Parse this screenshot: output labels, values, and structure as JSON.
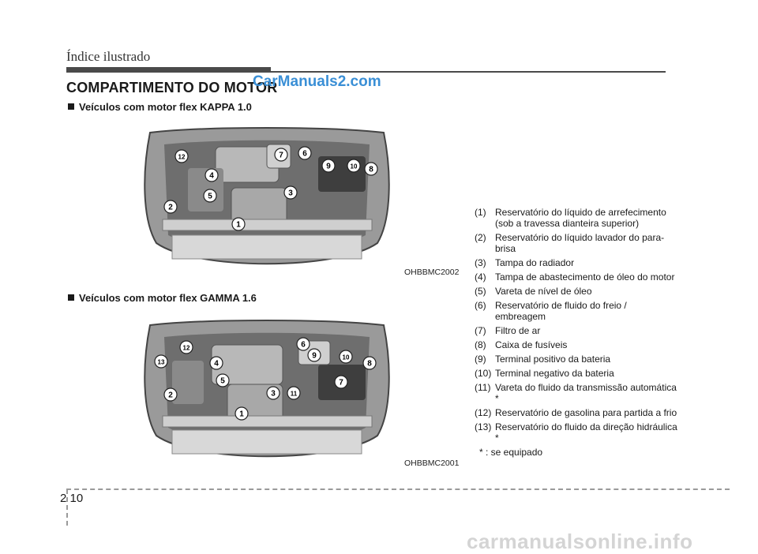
{
  "header": {
    "running_title": "Índice ilustrado"
  },
  "section": {
    "title": "COMPARTIMENTO DO MOTOR"
  },
  "watermark_top": "CarManuals2.com",
  "figures": [
    {
      "subheading": "Veículos com motor flex KAPPA 1.0",
      "code": "OHBBMC2002",
      "callouts": [
        "12",
        "7",
        "6",
        "9",
        "10",
        "8",
        "4",
        "3",
        "5",
        "2",
        "1"
      ]
    },
    {
      "subheading": "Veículos com motor flex GAMMA 1.6",
      "code": "OHBBMC2001",
      "callouts": [
        "12",
        "6",
        "9",
        "10",
        "13",
        "4",
        "5",
        "8",
        "7",
        "3",
        "11",
        "2",
        "1"
      ]
    }
  ],
  "legend": {
    "items": [
      {
        "num": "(1)",
        "text": "Reservatório do líquido de arrefecimento (sob a travessa dianteira superior)"
      },
      {
        "num": "(2)",
        "text": "Reservatório do líquido  lavador do para-brisa"
      },
      {
        "num": "(3)",
        "text": "Tampa do radiador"
      },
      {
        "num": "(4)",
        "text": "Tampa de abastecimento de óleo do motor"
      },
      {
        "num": "(5)",
        "text": "Vareta de nível de óleo"
      },
      {
        "num": "(6)",
        "text": "Reservatório de fluido do freio / embreagem"
      },
      {
        "num": "(7)",
        "text": "Filtro de ar"
      },
      {
        "num": "(8)",
        "text": "Caixa de fusíveis"
      },
      {
        "num": "(9)",
        "text": "Terminal positivo da bateria"
      },
      {
        "num": "(10)",
        "text": "Terminal negativo da bateria"
      },
      {
        "num": "(11)",
        "text": "Vareta do fluido da transmissão automática *"
      },
      {
        "num": "(12)",
        "text": "Reservatório de gasolina para partida a frio"
      },
      {
        "num": "(13)",
        "text": "Reservatório do fluido da direção hidráulica *"
      }
    ],
    "footnote": "* :  se equipado"
  },
  "footer": {
    "page_number": "2 10",
    "watermark": "carmanualsonline.info"
  }
}
